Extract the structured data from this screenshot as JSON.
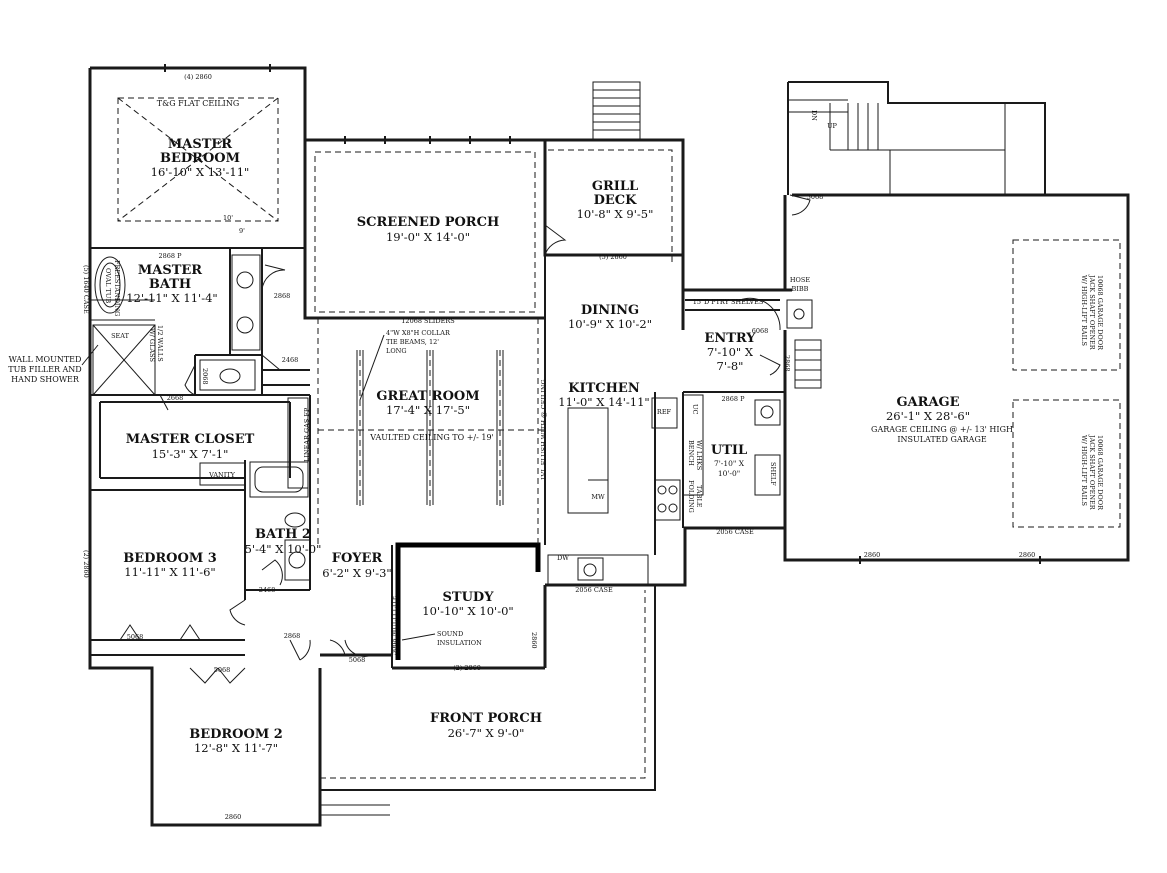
{
  "rooms": {
    "master_bedroom": {
      "name_line1": "MASTER",
      "name_line2": "BEDROOM",
      "dim": "16'-10\" X 13'-11\"",
      "ceiling": "T&G FLAT CEILING"
    },
    "master_bath": {
      "name_line1": "MASTER",
      "name_line2": "BATH",
      "dim": "12'-11\" X 11'-4\""
    },
    "master_closet": {
      "name": "MASTER CLOSET",
      "dim": "15'-3\" X 7'-1\""
    },
    "screened_porch": {
      "name": "SCREENED PORCH",
      "dim": "19'-0\" X 14'-0\""
    },
    "grill_deck": {
      "name_line1": "GRILL",
      "name_line2": "DECK",
      "dim": "10'-8\" X 9'-5\""
    },
    "dining": {
      "name": "DINING",
      "dim": "10'-9\" X 10'-2\""
    },
    "entry": {
      "name": "ENTRY",
      "dim1": "7'-10\" X",
      "dim2": "7'-8\""
    },
    "great_room": {
      "name": "GREAT ROOM",
      "dim": "17'-4\" X 17'-5\"",
      "ceiling": "VAULTED CEILING TO +/- 19'"
    },
    "kitchen": {
      "name": "KITCHEN",
      "dim": "11'-0\" X 14'-11\""
    },
    "util": {
      "name": "UTIL",
      "dim1": "7'-10\" X",
      "dim2": "10'-0\""
    },
    "garage": {
      "name": "GARAGE",
      "dim": "26'-1\" X 28'-6\"",
      "note1": "GARAGE CEILING @ +/- 13' HIGH",
      "note2": "INSULATED GARAGE"
    },
    "bedroom3": {
      "name": "BEDROOM 3",
      "dim": "11'-11\" X 11'-6\""
    },
    "bath2": {
      "name": "BATH 2",
      "dim": "5'-4\" X 10'-0\""
    },
    "foyer": {
      "name": "FOYER",
      "dim": "6'-2\" X 9'-3\""
    },
    "study": {
      "name": "STUDY",
      "dim": "10'-10\" X 10'-0\""
    },
    "bedroom2": {
      "name": "BEDROOM 2",
      "dim": "12'-8\" X 11'-7\""
    },
    "front_porch": {
      "name": "FRONT PORCH",
      "dim": "26'-7\" X 9'-0\""
    }
  },
  "notes": {
    "wall_mounted_1": "WALL MOUNTED",
    "wall_mounted_2": "TUB FILLER AND",
    "wall_mounted_3": "HAND SHOWER",
    "collar_1": "4\"W X8\"H COLLAR",
    "collar_2": "TIE BEAMS, 12'",
    "collar_3": "LONG",
    "lvl": "LVL FLUSH WITH @ CEILING",
    "linear_gas": "LINEAR GAS FP",
    "sliders": "12068 SLIDERS",
    "pantry": "15\"D PTRY SHELVES",
    "hose_1": "HOSE",
    "hose_2": "BIBB",
    "sound_1": "SOUND",
    "sound_2": "INSULATION",
    "multi_lite": "5068 MULTI LITE",
    "garage_door_1a": "10068 GARAGE DOOR",
    "garage_door_1b": "JACK SHAFT OPENER",
    "garage_door_1c": "W/ HIGH-LIFT RAILS",
    "garage_door_2a": "10068 GARAGE DOOR",
    "garage_door_2b": "JACK SHAFT OPENER",
    "garage_door_2c": "W/ HIGH-LIFT RAILS",
    "oval_tub_1": "FREESTANDING",
    "oval_tub_2": "OVAL TUB",
    "half_walls_1": "1/2 WALLS",
    "half_walls_2": "W/ GLASS",
    "seat": "SEAT",
    "vanity": "VANITY",
    "ref": "REF",
    "uc": "UC",
    "mw": "MW",
    "dw": "DW",
    "bench": "BENCH",
    "wlhks": "W/ LHKS",
    "folding_1": "FOLDING",
    "folding_2": "TABLE",
    "shelf": "SHELF",
    "up": "UP",
    "dn": "DN",
    "ten_ft": "10'",
    "nine_ft": "9'"
  },
  "door_labels": {
    "top_master": "(4) 2860",
    "mb_2868p": "2868 P",
    "mb_case": "(5) 1640 CASE",
    "mb_2868": "2868",
    "mb_2068": "2068",
    "mc_2668": "2668",
    "util_2468": "2468",
    "dining_2860": "(5) 2860",
    "entry_6068": "6068",
    "entry_2868": "2868",
    "util_2868p": "2868 P",
    "garage_3068": "3068",
    "case_2056_a": "2056 CASE",
    "case_2056_b": "2056 CASE",
    "garage_2860_a": "2860",
    "garage_2860_b": "2860",
    "bed3_side": "(2) 2860",
    "bed3_5068": "5068",
    "bath2_2468": "2468",
    "bed2_2868": "2868",
    "bed2_5068": "5068",
    "foyer_5068": "5068",
    "study_2860": "(2) 2860",
    "study_side_2860": "2860",
    "bed2_bottom_2860": "2860"
  }
}
